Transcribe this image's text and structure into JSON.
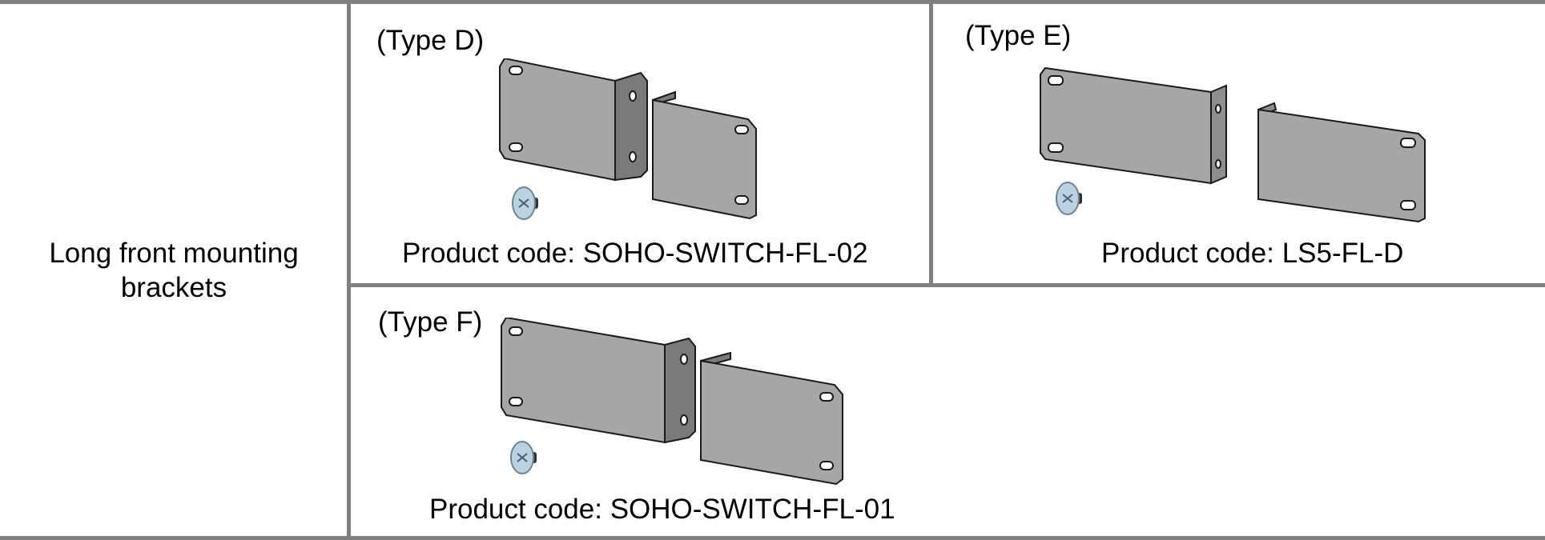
{
  "row_label": {
    "line1": "Long front mounting",
    "line2": "brackets"
  },
  "cells": [
    {
      "type_label": "(Type D)",
      "product_code": "Product code: SOHO-SWITCH-FL-02"
    },
    {
      "type_label": "(Type E)",
      "product_code": "Product code: LS5-FL-D"
    },
    {
      "type_label": "(Type F)",
      "product_code": "Product code: SOHO-SWITCH-FL-01"
    }
  ],
  "colors": {
    "grid_line": "#808080",
    "bracket_face": "#a6a6a6",
    "bracket_flange": "#7a7a7a",
    "bracket_edge": "#1a1a1a",
    "screw_head": "#b9d3e3"
  }
}
